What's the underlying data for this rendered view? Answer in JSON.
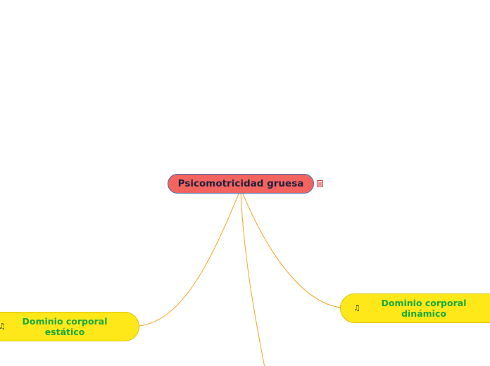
{
  "root": {
    "label": "Psicomotricidad gruesa",
    "fill": "#f4645e",
    "text_color": "#1f1f3d",
    "attached_icon": "notes-list-icon",
    "attached_icon_color": "#d62b2b"
  },
  "children": [
    {
      "label": "Dominio corporal estático",
      "fill": "#ffe81a",
      "text_color": "#1aa838",
      "icon": "music-note-icon"
    },
    {
      "label": "Dominio corporal dinámico",
      "fill": "#ffe81a",
      "text_color": "#1aa838",
      "icon": "music-note-icon"
    }
  ],
  "connector_color": "#f5a623",
  "icon_glyphs": {
    "music_note": "♫"
  }
}
